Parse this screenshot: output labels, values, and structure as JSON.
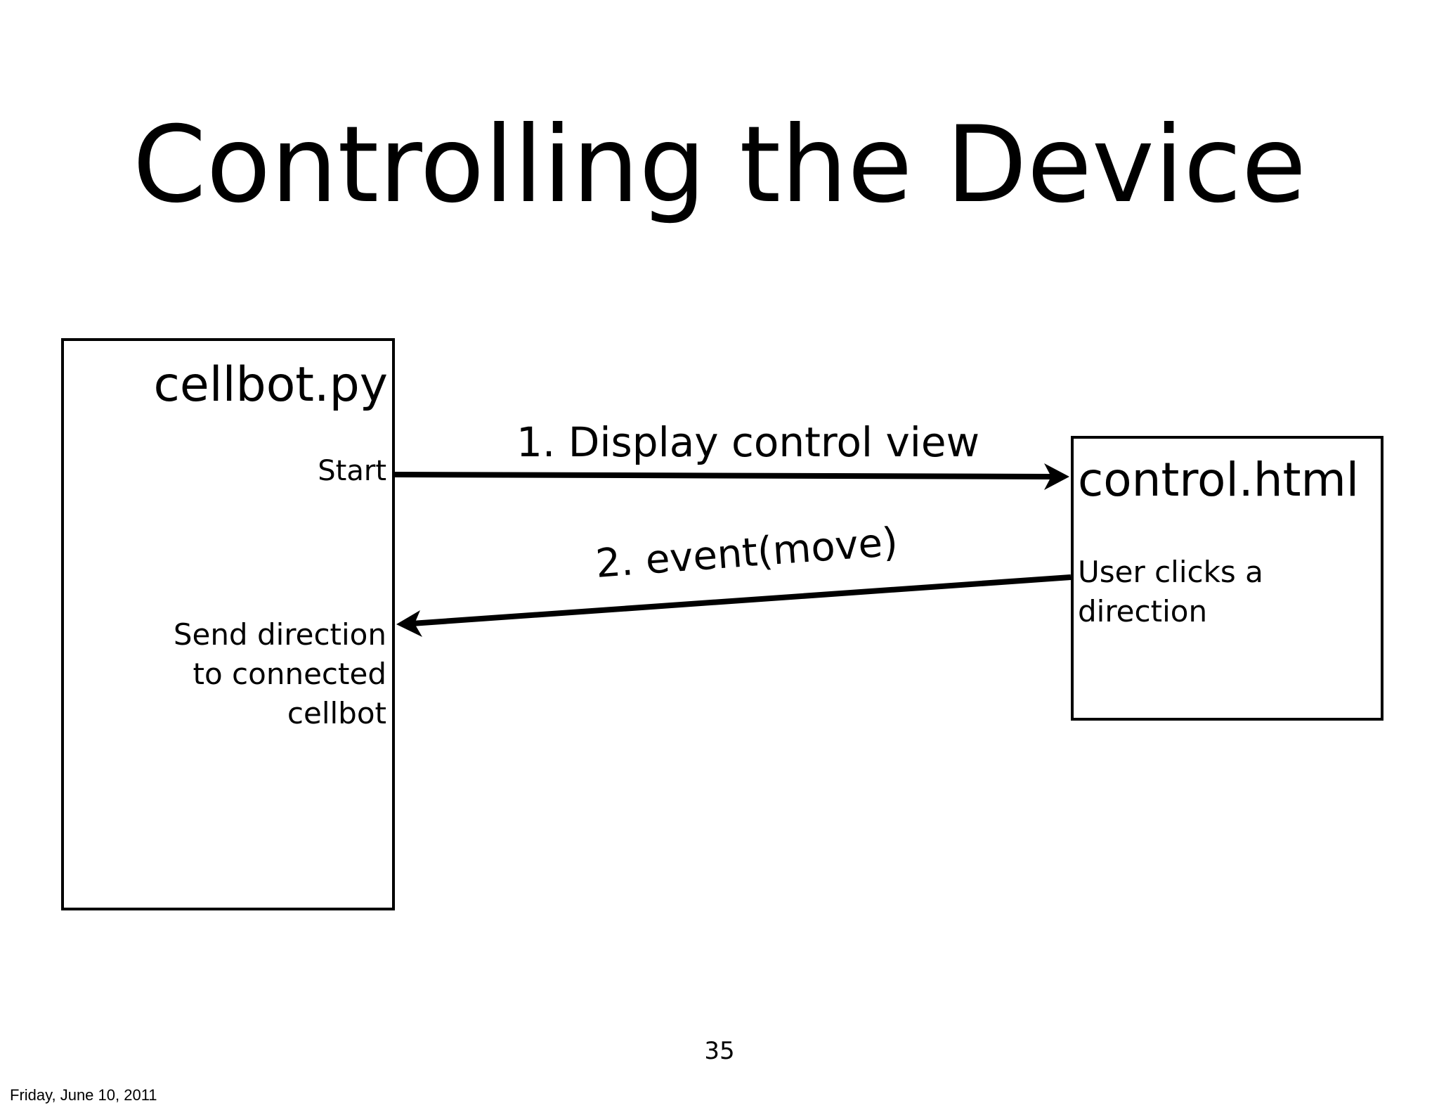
{
  "slide": {
    "title": "Controlling the Device",
    "page_number": "35",
    "footer_date": "Friday, June 10, 2011"
  },
  "left_box": {
    "title": "cellbot.py",
    "start_label": "Start",
    "send_label": "Send direction\nto connected\ncellbot"
  },
  "right_box": {
    "title": "control.html",
    "user_label": "User clicks a\ndirection"
  },
  "arrows": {
    "display": "1. Display control view",
    "event": "2. event(move)"
  },
  "colors": {
    "stroke": "#000000",
    "background": "#ffffff"
  }
}
